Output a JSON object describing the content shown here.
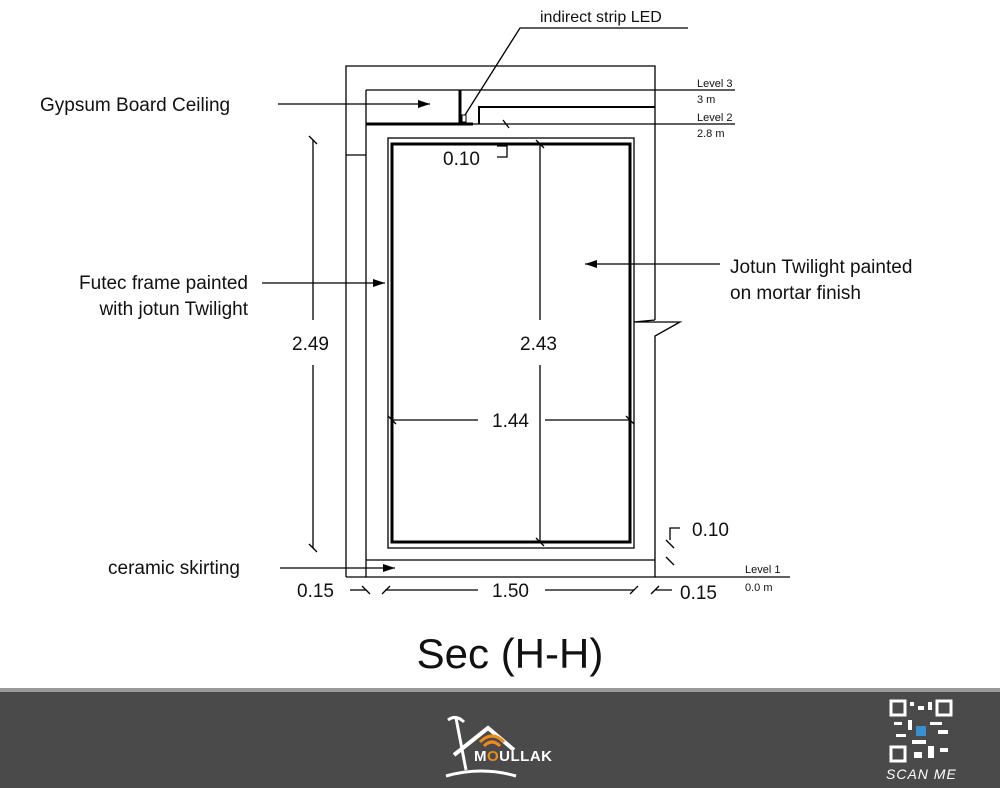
{
  "title": "Sec (H-H)",
  "labels": {
    "led": "indirect strip LED",
    "ceiling": "Gypsum Board Ceiling",
    "frame_line1": "Futec frame painted",
    "frame_line2": "with jotun Twilight",
    "wall_line1": "Jotun Twilight painted",
    "wall_line2": "on mortar finish",
    "skirting": "ceramic skirting"
  },
  "levels": [
    {
      "name": "Level 3",
      "value": "3 m"
    },
    {
      "name": "Level 2",
      "value": "2.8 m"
    },
    {
      "name": "Level 1",
      "value": "0.0 m"
    }
  ],
  "dimensions": {
    "top_gap": "0.10",
    "total_height": "2.49",
    "frame_height": "2.43",
    "frame_width": "1.44",
    "bottom_gap": "0.10",
    "left_wall": "0.15",
    "opening_width": "1.50",
    "right_wall": "0.15"
  },
  "footer": {
    "logo_pre": "M",
    "logo_o": "O",
    "logo_post": "ULLAK",
    "scan": "SCAN ME"
  },
  "colors": {
    "accent": "#f08a1c",
    "footer": "#4a4a4a"
  }
}
